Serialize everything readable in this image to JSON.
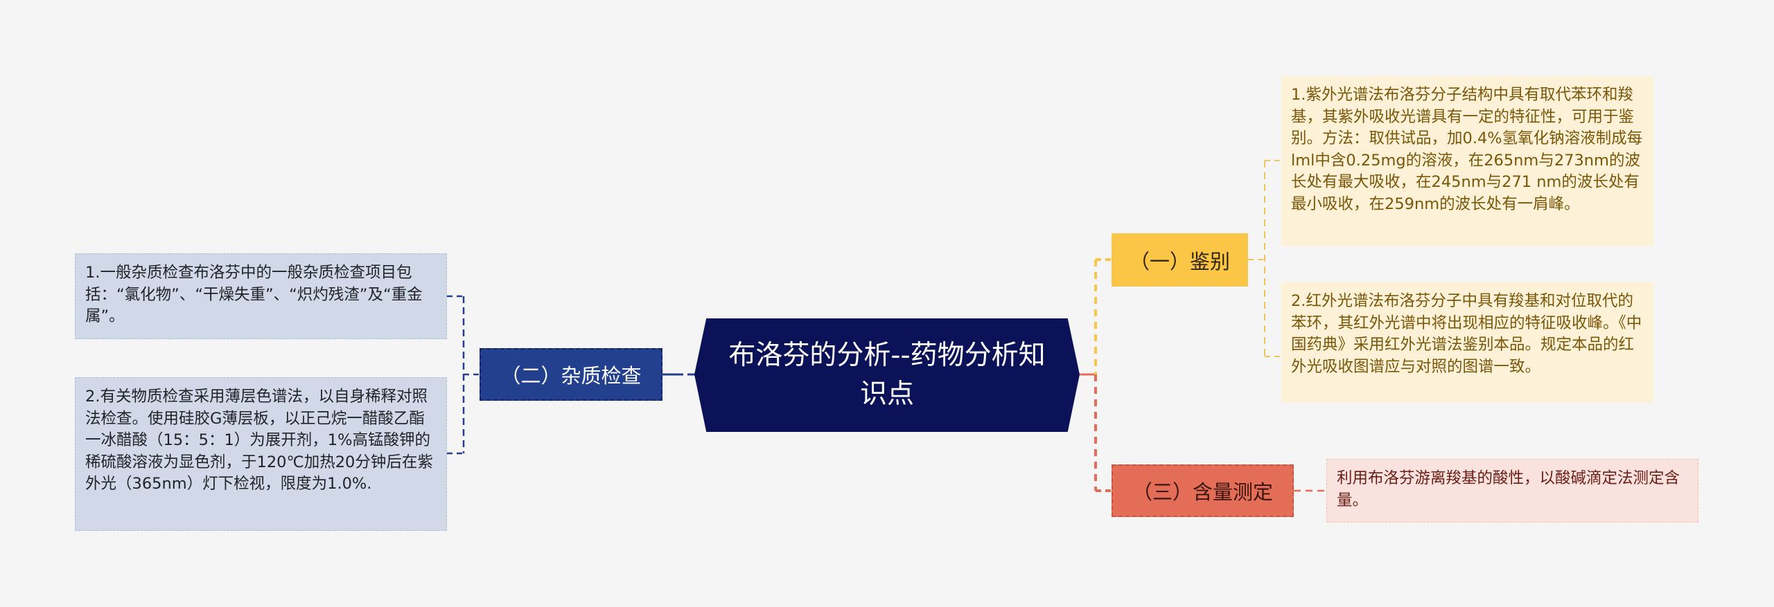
{
  "root": {
    "title": "布洛芬的分析--药物分析知识点"
  },
  "branches": [
    {
      "label": "（二）杂质检查",
      "side": "left",
      "color": "#23408e",
      "leaves": [
        "1.一般杂质检查布洛芬中的一般杂质检查项目包括：“氯化物”、“干燥失重”、“炽灼残渣”及“重金属”。",
        "2.有关物质检查采用薄层色谱法，以自身稀释对照法检查。使用硅胶G薄层板，以正己烷一醋酸乙酯一冰醋酸（15：5：1）为展开剂，1%高锰酸钾的稀硫酸溶液为显色剂，于120℃加热20分钟后在紫外光（365nm）灯下检视，限度为1.0%."
      ]
    },
    {
      "label": "（一）鉴别",
      "side": "right",
      "color": "#fbc545",
      "leaves": [
        "1.紫外光谱法布洛芬分子结构中具有取代苯环和羧基，其紫外吸收光谱具有一定的特征性，可用于鉴别。方法：取供试品，加0.4%氢氧化钠溶液制成每lml中含0.25mg的溶液，在265nm与273nm的波长处有最大吸收，在245nm与271 nm的波长处有最小吸收，在259nm的波长处有一肩峰。",
        "2.红外光谱法布洛芬分子中具有羧基和对位取代的苯环，其红外光谱中将出现相应的特征吸收峰。《中国药典》采用红外光谱法鉴别本品。规定本品的红外光吸收图谱应与对照的图谱一致。"
      ]
    },
    {
      "label": "（三）含量测定",
      "side": "right",
      "color": "#e46d57",
      "leaves": [
        "利用布洛芬游离羧基的酸性，以酸碱滴定法测定含量。"
      ]
    }
  ],
  "colors": {
    "background": "#f5f5f5",
    "root": "#0b1257",
    "left_leaf_bg": "#d1d8e8",
    "yellow_leaf_bg": "#fdf2d8",
    "pink_leaf_bg": "#fae3de"
  }
}
